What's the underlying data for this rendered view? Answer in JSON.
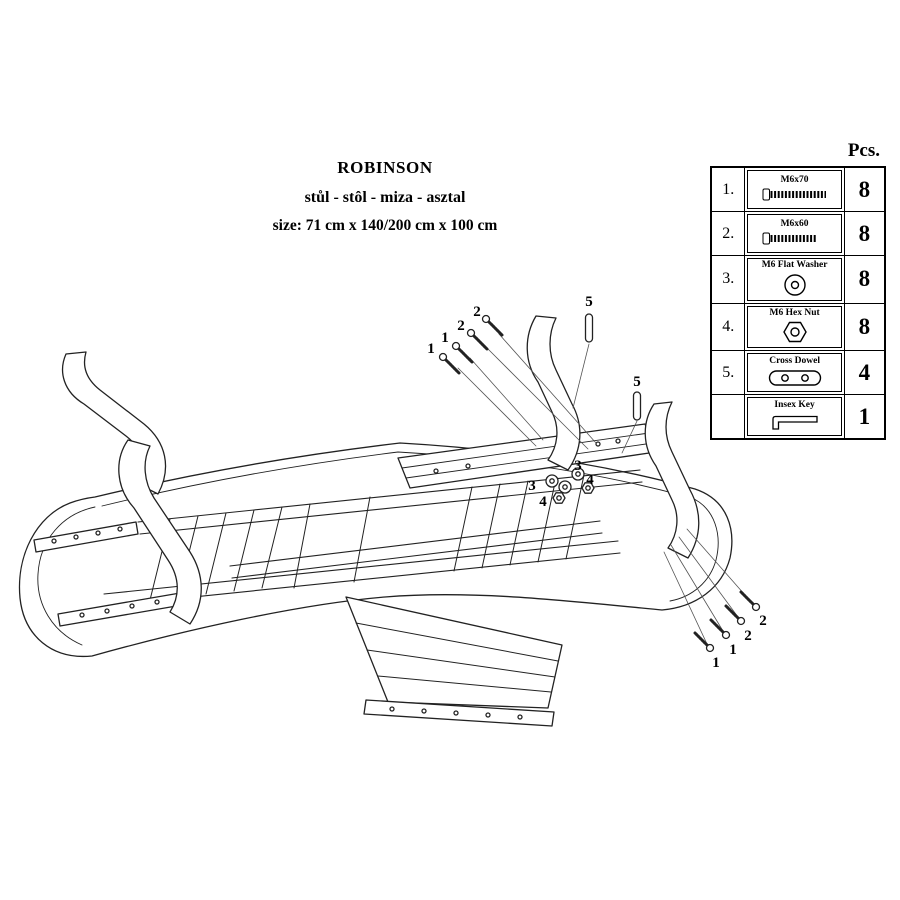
{
  "title": "ROBINSON",
  "subtitle": "stůl - stôl - miza - asztal",
  "size_line": "size:  71 cm x 140/200 cm x 100 cm",
  "parts_table": {
    "header": "Pcs.",
    "rows": [
      {
        "num": "1.",
        "name": "M6x70",
        "qty": "8",
        "icon": "bolt-m6x70-icon"
      },
      {
        "num": "2.",
        "name": "M6x60",
        "qty": "8",
        "icon": "bolt-m6x60-icon"
      },
      {
        "num": "3.",
        "name": "M6 Flat Washer",
        "qty": "8",
        "icon": "flat-washer-icon"
      },
      {
        "num": "4.",
        "name": "M6 Hex Nut",
        "qty": "8",
        "icon": "hex-nut-icon"
      },
      {
        "num": "5.",
        "name": "Cross Dowel",
        "qty": "4",
        "icon": "cross-dowel-icon"
      },
      {
        "num": "",
        "name": "Insex Key",
        "qty": "1",
        "icon": "insex-key-icon"
      }
    ]
  },
  "diagram": {
    "description": "Exploded assembly view of upside-down extendable oval table with curved legs and extension leaf",
    "line_color": "#222222",
    "callouts": [
      {
        "label": "1"
      },
      {
        "label": "1"
      },
      {
        "label": "2"
      },
      {
        "label": "2"
      },
      {
        "label": "5"
      },
      {
        "label": "5"
      },
      {
        "label": "3"
      },
      {
        "label": "4"
      },
      {
        "label": "3"
      },
      {
        "label": "4"
      },
      {
        "label": "1"
      },
      {
        "label": "1"
      },
      {
        "label": "2"
      },
      {
        "label": "2"
      }
    ]
  }
}
